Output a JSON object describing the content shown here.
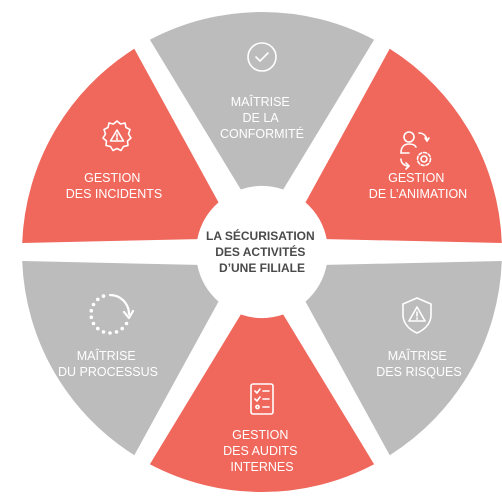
{
  "center": {
    "lines": [
      "LA SÉCURISATION",
      "DES ACTIVITÉS",
      "D’UNE FILIALE"
    ]
  },
  "segments": [
    {
      "id": "conformite",
      "lines": [
        "MAÎTRISE",
        "DE LA",
        "CONFORMITÉ"
      ],
      "color": "#bdbcbd",
      "icon": "check-circle-icon"
    },
    {
      "id": "animation",
      "lines": [
        "GESTION",
        "DE L’ANIMATION"
      ],
      "color": "#f0675c",
      "icon": "people-gear-icon"
    },
    {
      "id": "risques",
      "lines": [
        "MAÎTRISE",
        "DES RISQUES"
      ],
      "color": "#bdbcbd",
      "icon": "shield-warning-icon"
    },
    {
      "id": "audits",
      "lines": [
        "GESTION",
        "DES AUDITS",
        "INTERNES"
      ],
      "color": "#f0675c",
      "icon": "checklist-icon"
    },
    {
      "id": "processus",
      "lines": [
        "MAÎTRISE",
        "DU PROCESSUS"
      ],
      "color": "#bdbcbd",
      "icon": "circular-arrow-icon"
    },
    {
      "id": "incidents",
      "lines": [
        "GESTION",
        "DES INCIDENTS"
      ],
      "color": "#f0675c",
      "icon": "gear-warning-icon"
    }
  ],
  "colors": {
    "accent": "#f0675c",
    "neutral": "#bdbcbd",
    "center_text": "#4a4a4a",
    "label_text": "#ffffff"
  }
}
